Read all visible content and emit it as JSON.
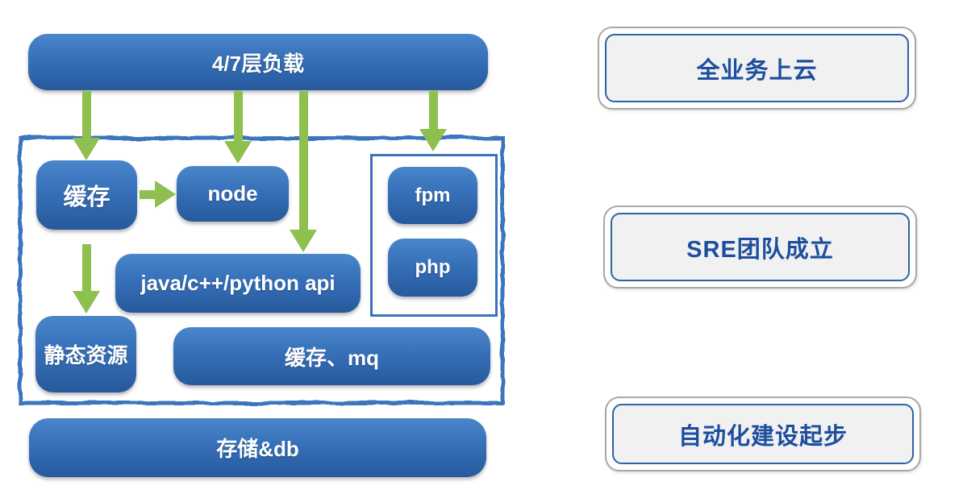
{
  "colors": {
    "box_blue_top": "#4a86cc",
    "box_blue_mid": "#3670b8",
    "box_blue_bottom": "#27599c",
    "arrow_green": "#8dc04f",
    "container_border": "#3b74bd",
    "group_border": "#3a73bb",
    "milestone_outer_border": "#a8a8a8",
    "milestone_inner_border": "#2e62a8",
    "milestone_fill": "#f1f1f2",
    "milestone_text": "#1d4e9e"
  },
  "diagram": {
    "load_balancer": "4/7层负载",
    "cache": "缓存",
    "node": "node",
    "fpm": "fpm",
    "php": "php",
    "api": "java/c++/python api",
    "static_resources": "静态资源",
    "cache_mq": "缓存、mq",
    "storage": "存储&db"
  },
  "milestones": [
    {
      "label": "全业务上云"
    },
    {
      "label": "SRE团队成立"
    },
    {
      "label": "自动化建设起步"
    }
  ]
}
